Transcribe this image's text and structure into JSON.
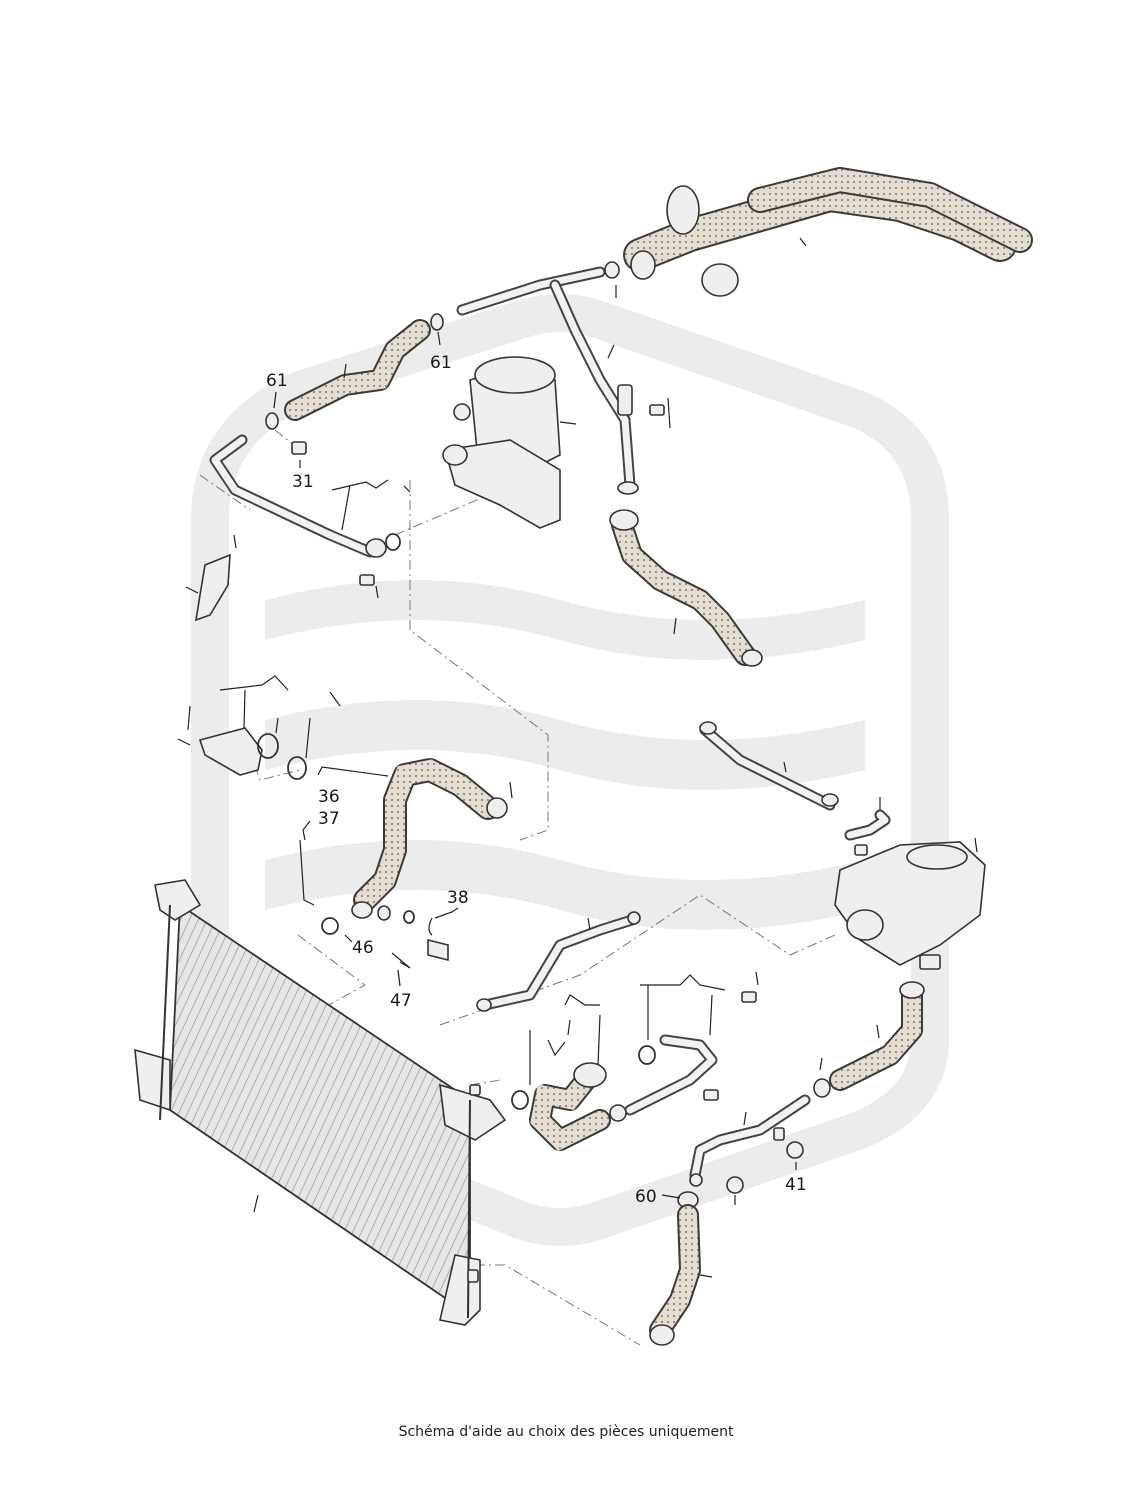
{
  "callouts": {
    "c61a": "61",
    "c61b": "61",
    "c31": "31",
    "c36": "36",
    "c37": "37",
    "c38": "38",
    "c46": "46",
    "c47": "47",
    "c60": "60",
    "c41": "41"
  },
  "caption": "Schéma d'aide au choix des pièces uniquement",
  "colors": {
    "watermark": "#e9e9e9",
    "hose_fill": "#e9e2d8",
    "outline": "#333333"
  }
}
